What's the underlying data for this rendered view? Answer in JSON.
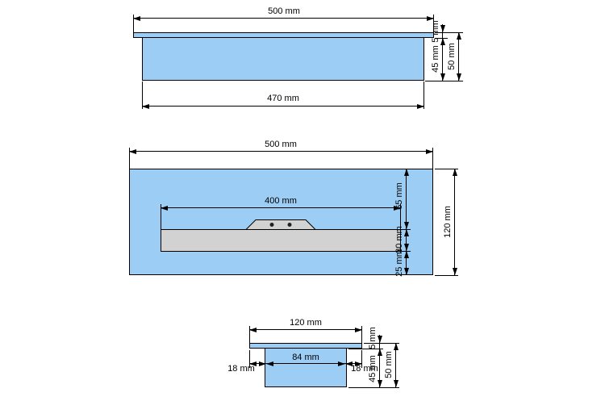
{
  "colors": {
    "part_fill": "#9bcdf5",
    "insert_fill": "#d2d2d2",
    "outline": "#000000"
  },
  "drawing": {
    "front": {
      "overall_width": "500 mm",
      "body_width": "470 mm",
      "flange_height": "5 mm",
      "body_height": "45 mm",
      "total_height": "50 mm"
    },
    "plan": {
      "overall_width": "500 mm",
      "insert_width": "400 mm",
      "top_offset": "65 mm",
      "insert_depth": "30 mm",
      "bottom_offset": "25 mm",
      "overall_depth": "120 mm"
    },
    "side": {
      "overall_width": "120 mm",
      "left_offset": "18 mm",
      "inner_width": "84 mm",
      "right_offset": "18 mm",
      "flange_height": "5 mm",
      "body_height": "45 mm",
      "total_height": "50 mm"
    }
  }
}
